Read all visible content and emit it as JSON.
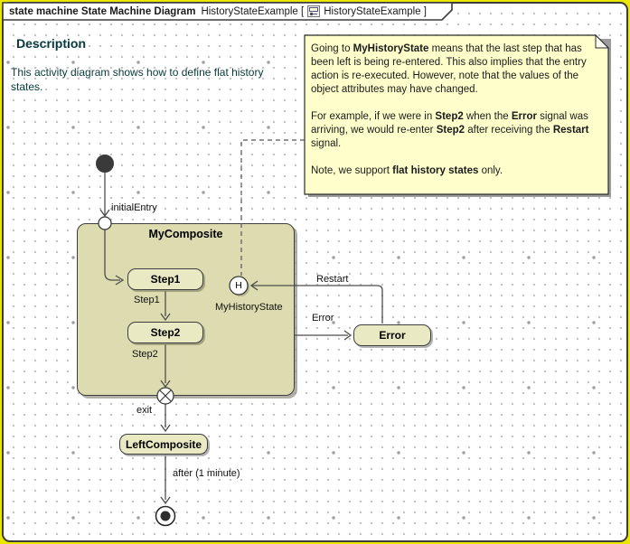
{
  "colors": {
    "frame-highlight": "#ece700",
    "canvas": "#ffffff",
    "frame-border": "#3c3c3c",
    "note-fill": "#ffffcc",
    "composite-fill": "#dddcb0",
    "state-fill": "#e9e9c4",
    "state-border": "#3f3f3f",
    "line": "#4d4d4d",
    "text": "#1a1a1a",
    "description-text": "#07393c"
  },
  "header": {
    "title_bold": "state machine State Machine Diagram",
    "title_name": "HistoryStateExample [",
    "title_ref": "HistoryStateExample ]",
    "icon": "state-machine-diagram-icon"
  },
  "description": {
    "title": "Description",
    "body": "This activity diagram shows how to define flat history states."
  },
  "note": {
    "p1": {
      "s1": "Going to ",
      "s2": "MyHistoryState",
      "s3": " means that the last step that has been left is being re-entered. This also implies that the entry action is re-executed. However, note that the values of the object attributes may have changed."
    },
    "p2": {
      "s1": "For example, if we were in ",
      "s2": "Step2",
      "s3": " when the ",
      "s4": "Error",
      "s5": " signal was arriving, we would re-enter ",
      "s6": "Step2",
      "s7": " after receiving the ",
      "s8": "Restart",
      "s9": " signal."
    },
    "p3": {
      "s1": "Note, we support ",
      "s2": "flat history states",
      "s3": " only."
    }
  },
  "diagram": {
    "composite_title": "MyComposite",
    "state_step1": "Step1",
    "state_step2": "Step2",
    "state_error": "Error",
    "state_left_composite": "LeftComposite",
    "history_symbol": "H",
    "history_label": "MyHistoryState",
    "label_initial_entry": "initialEntry",
    "label_step1": "Step1",
    "label_step2": "Step2",
    "label_restart": "Restart",
    "label_error": "Error",
    "label_exit": "exit",
    "label_after": "after (1 minute)"
  }
}
